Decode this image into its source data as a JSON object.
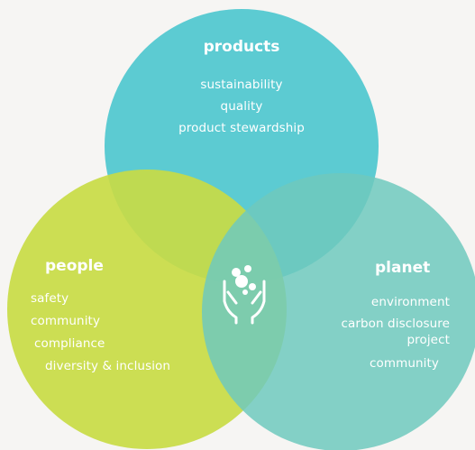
{
  "diagram": {
    "colors": {
      "background": "#f6f5f3",
      "products": "#5ccbd2",
      "people": "#c8db45",
      "planet": "#6fc9bd",
      "text": "#ffffff"
    },
    "products": {
      "title": "products",
      "items": [
        "sustainability",
        "quality",
        "product stewardship"
      ]
    },
    "people": {
      "title": "people",
      "items": [
        "safety",
        "community",
        "compliance",
        "diversity & inclusion"
      ]
    },
    "planet": {
      "title": "planet",
      "items": [
        "environment",
        "carbon disclosure",
        "project",
        "community"
      ]
    },
    "center_icon": "hands-holding-molecule-icon"
  }
}
